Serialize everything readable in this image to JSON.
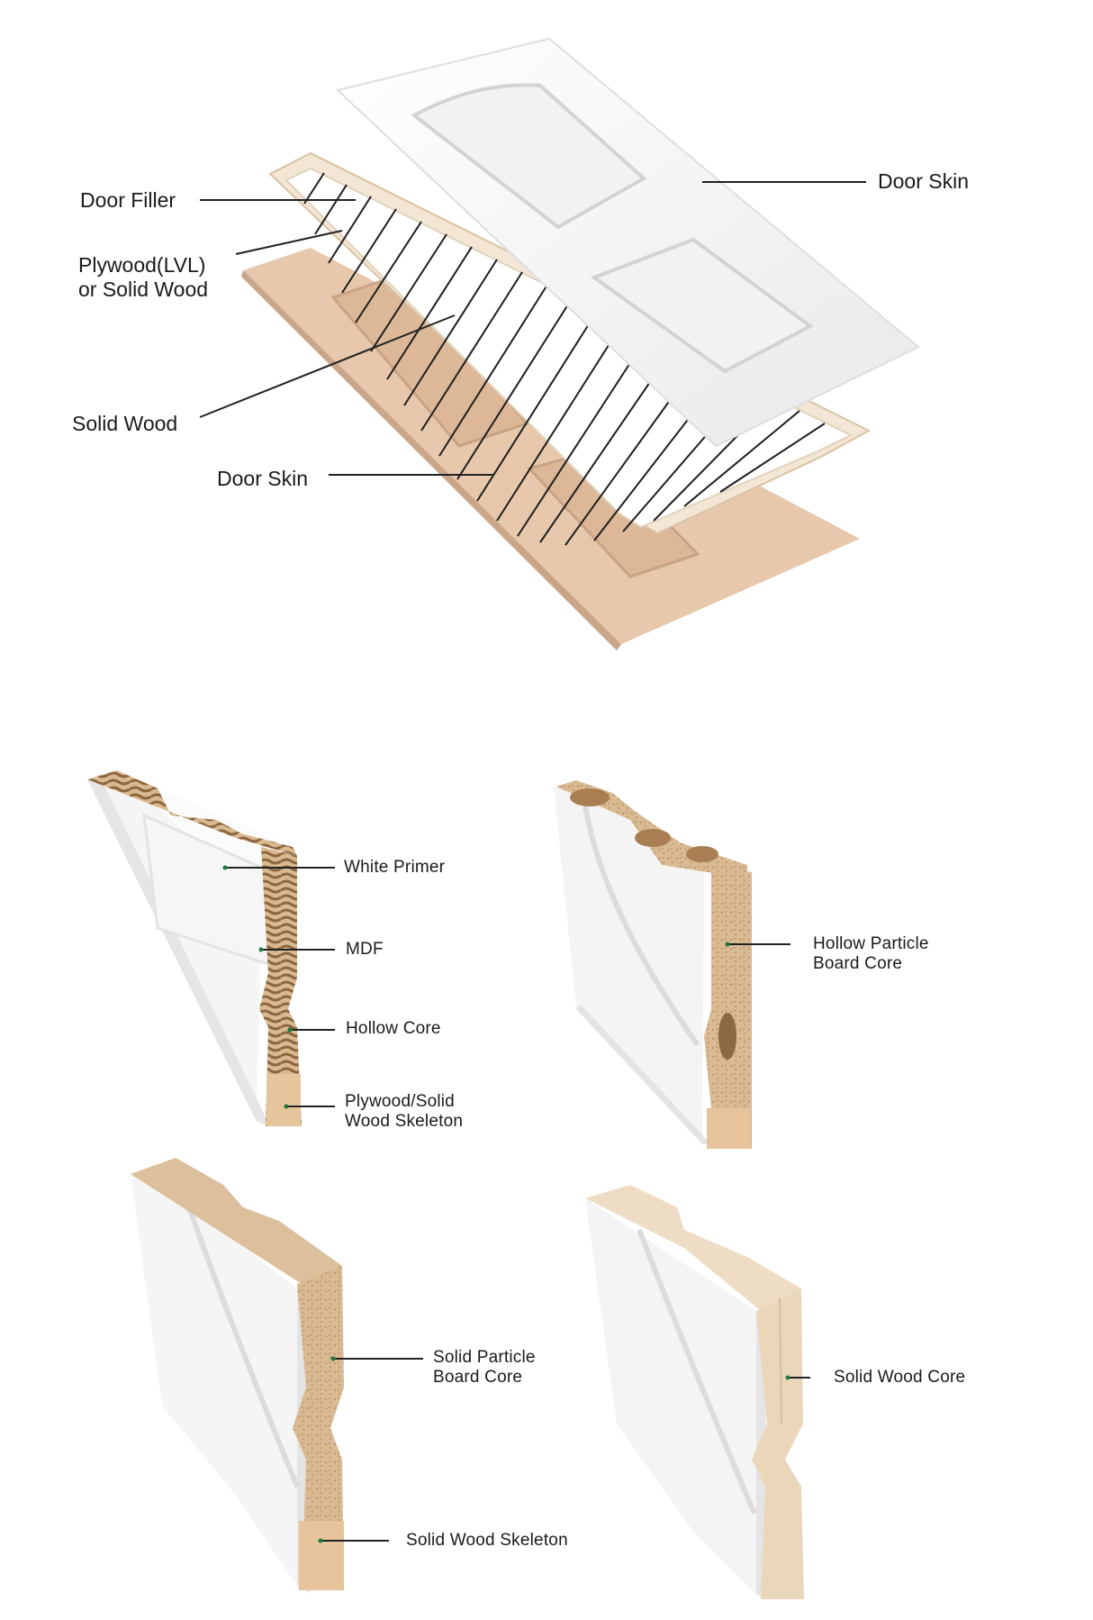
{
  "exploded_view": {
    "labels": {
      "door_skin_top": "Door Skin",
      "door_filler": "Door Filler",
      "plywood_lvl": "Plywood(LVL)\nor Solid Wood",
      "solid_wood": "Solid Wood",
      "door_skin_bottom": "Door Skin"
    }
  },
  "cross_sections": {
    "hollow_core": {
      "white_primer": "White Primer",
      "mdf": "MDF",
      "hollow_core": "Hollow Core",
      "skeleton": "Plywood/Solid\nWood Skeleton"
    },
    "hollow_particle": {
      "core": "Hollow Particle\nBoard Core"
    },
    "solid_particle": {
      "core": "Solid Particle\nBoard Core",
      "skeleton": "Solid Wood Skeleton"
    },
    "solid_wood": {
      "core": "Solid Wood Core"
    }
  },
  "colors": {
    "skin_white": "#f7f7f7",
    "wood_light": "#e6c9a6",
    "wood_tan": "#caa27a",
    "leader": "#222222",
    "dot": "#1f7a3a"
  }
}
